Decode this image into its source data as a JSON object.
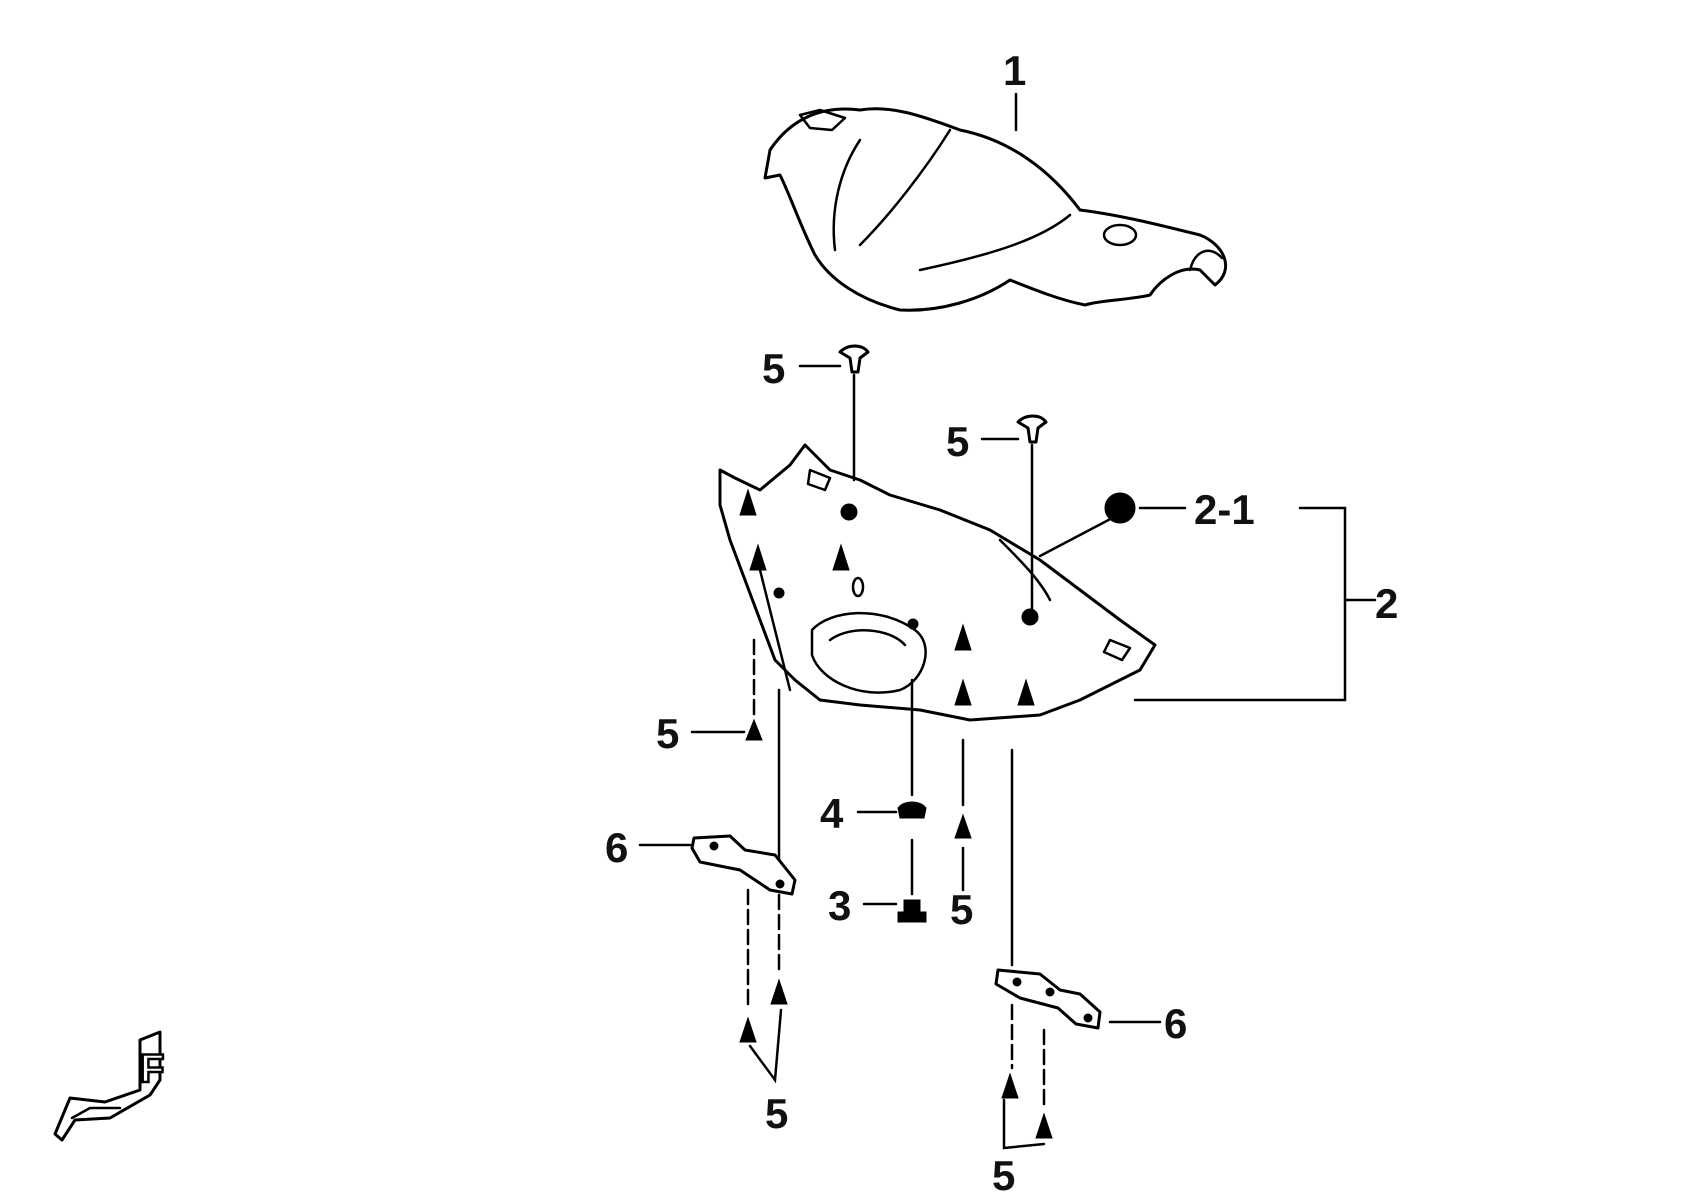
{
  "callouts": {
    "c1": "1",
    "c2": "2",
    "c2_1": "2-1",
    "c3": "3",
    "c4": "4",
    "c5_a": "5",
    "c5_b": "5",
    "c5_c": "5",
    "c5_d": "5",
    "c5_e": "5",
    "c5_f": "5",
    "c6_a": "6",
    "c6_b": "6"
  },
  "direction_marker": {
    "letter": "F"
  },
  "colors": {
    "line": "#000000",
    "background": "#ffffff"
  }
}
